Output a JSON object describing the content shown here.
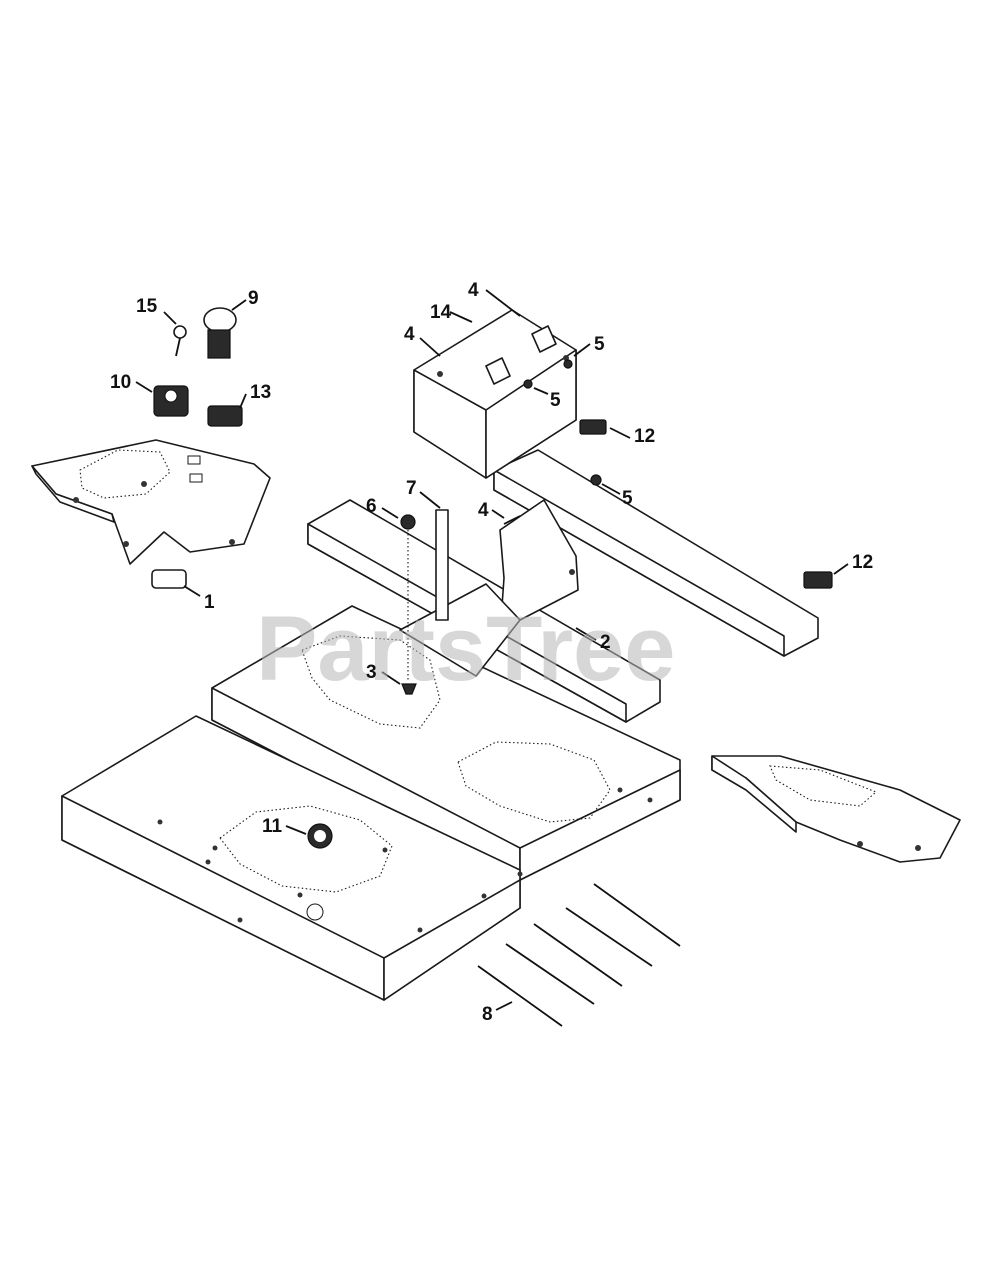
{
  "watermark": "PartsTree",
  "callouts": [
    {
      "id": "c15",
      "label": "15"
    },
    {
      "id": "c9",
      "label": "9"
    },
    {
      "id": "c10",
      "label": "10"
    },
    {
      "id": "c13",
      "label": "13"
    },
    {
      "id": "c1",
      "label": "1"
    },
    {
      "id": "c4a",
      "label": "4"
    },
    {
      "id": "c14",
      "label": "14"
    },
    {
      "id": "c4b",
      "label": "4"
    },
    {
      "id": "c5a",
      "label": "5"
    },
    {
      "id": "c5b",
      "label": "5"
    },
    {
      "id": "c12a",
      "label": "12"
    },
    {
      "id": "c5c",
      "label": "5"
    },
    {
      "id": "c7",
      "label": "7"
    },
    {
      "id": "c6",
      "label": "6"
    },
    {
      "id": "c4c",
      "label": "4"
    },
    {
      "id": "c12b",
      "label": "12"
    },
    {
      "id": "c2",
      "label": "2"
    },
    {
      "id": "c3",
      "label": "3"
    },
    {
      "id": "c11",
      "label": "11"
    },
    {
      "id": "c8",
      "label": "8"
    }
  ]
}
